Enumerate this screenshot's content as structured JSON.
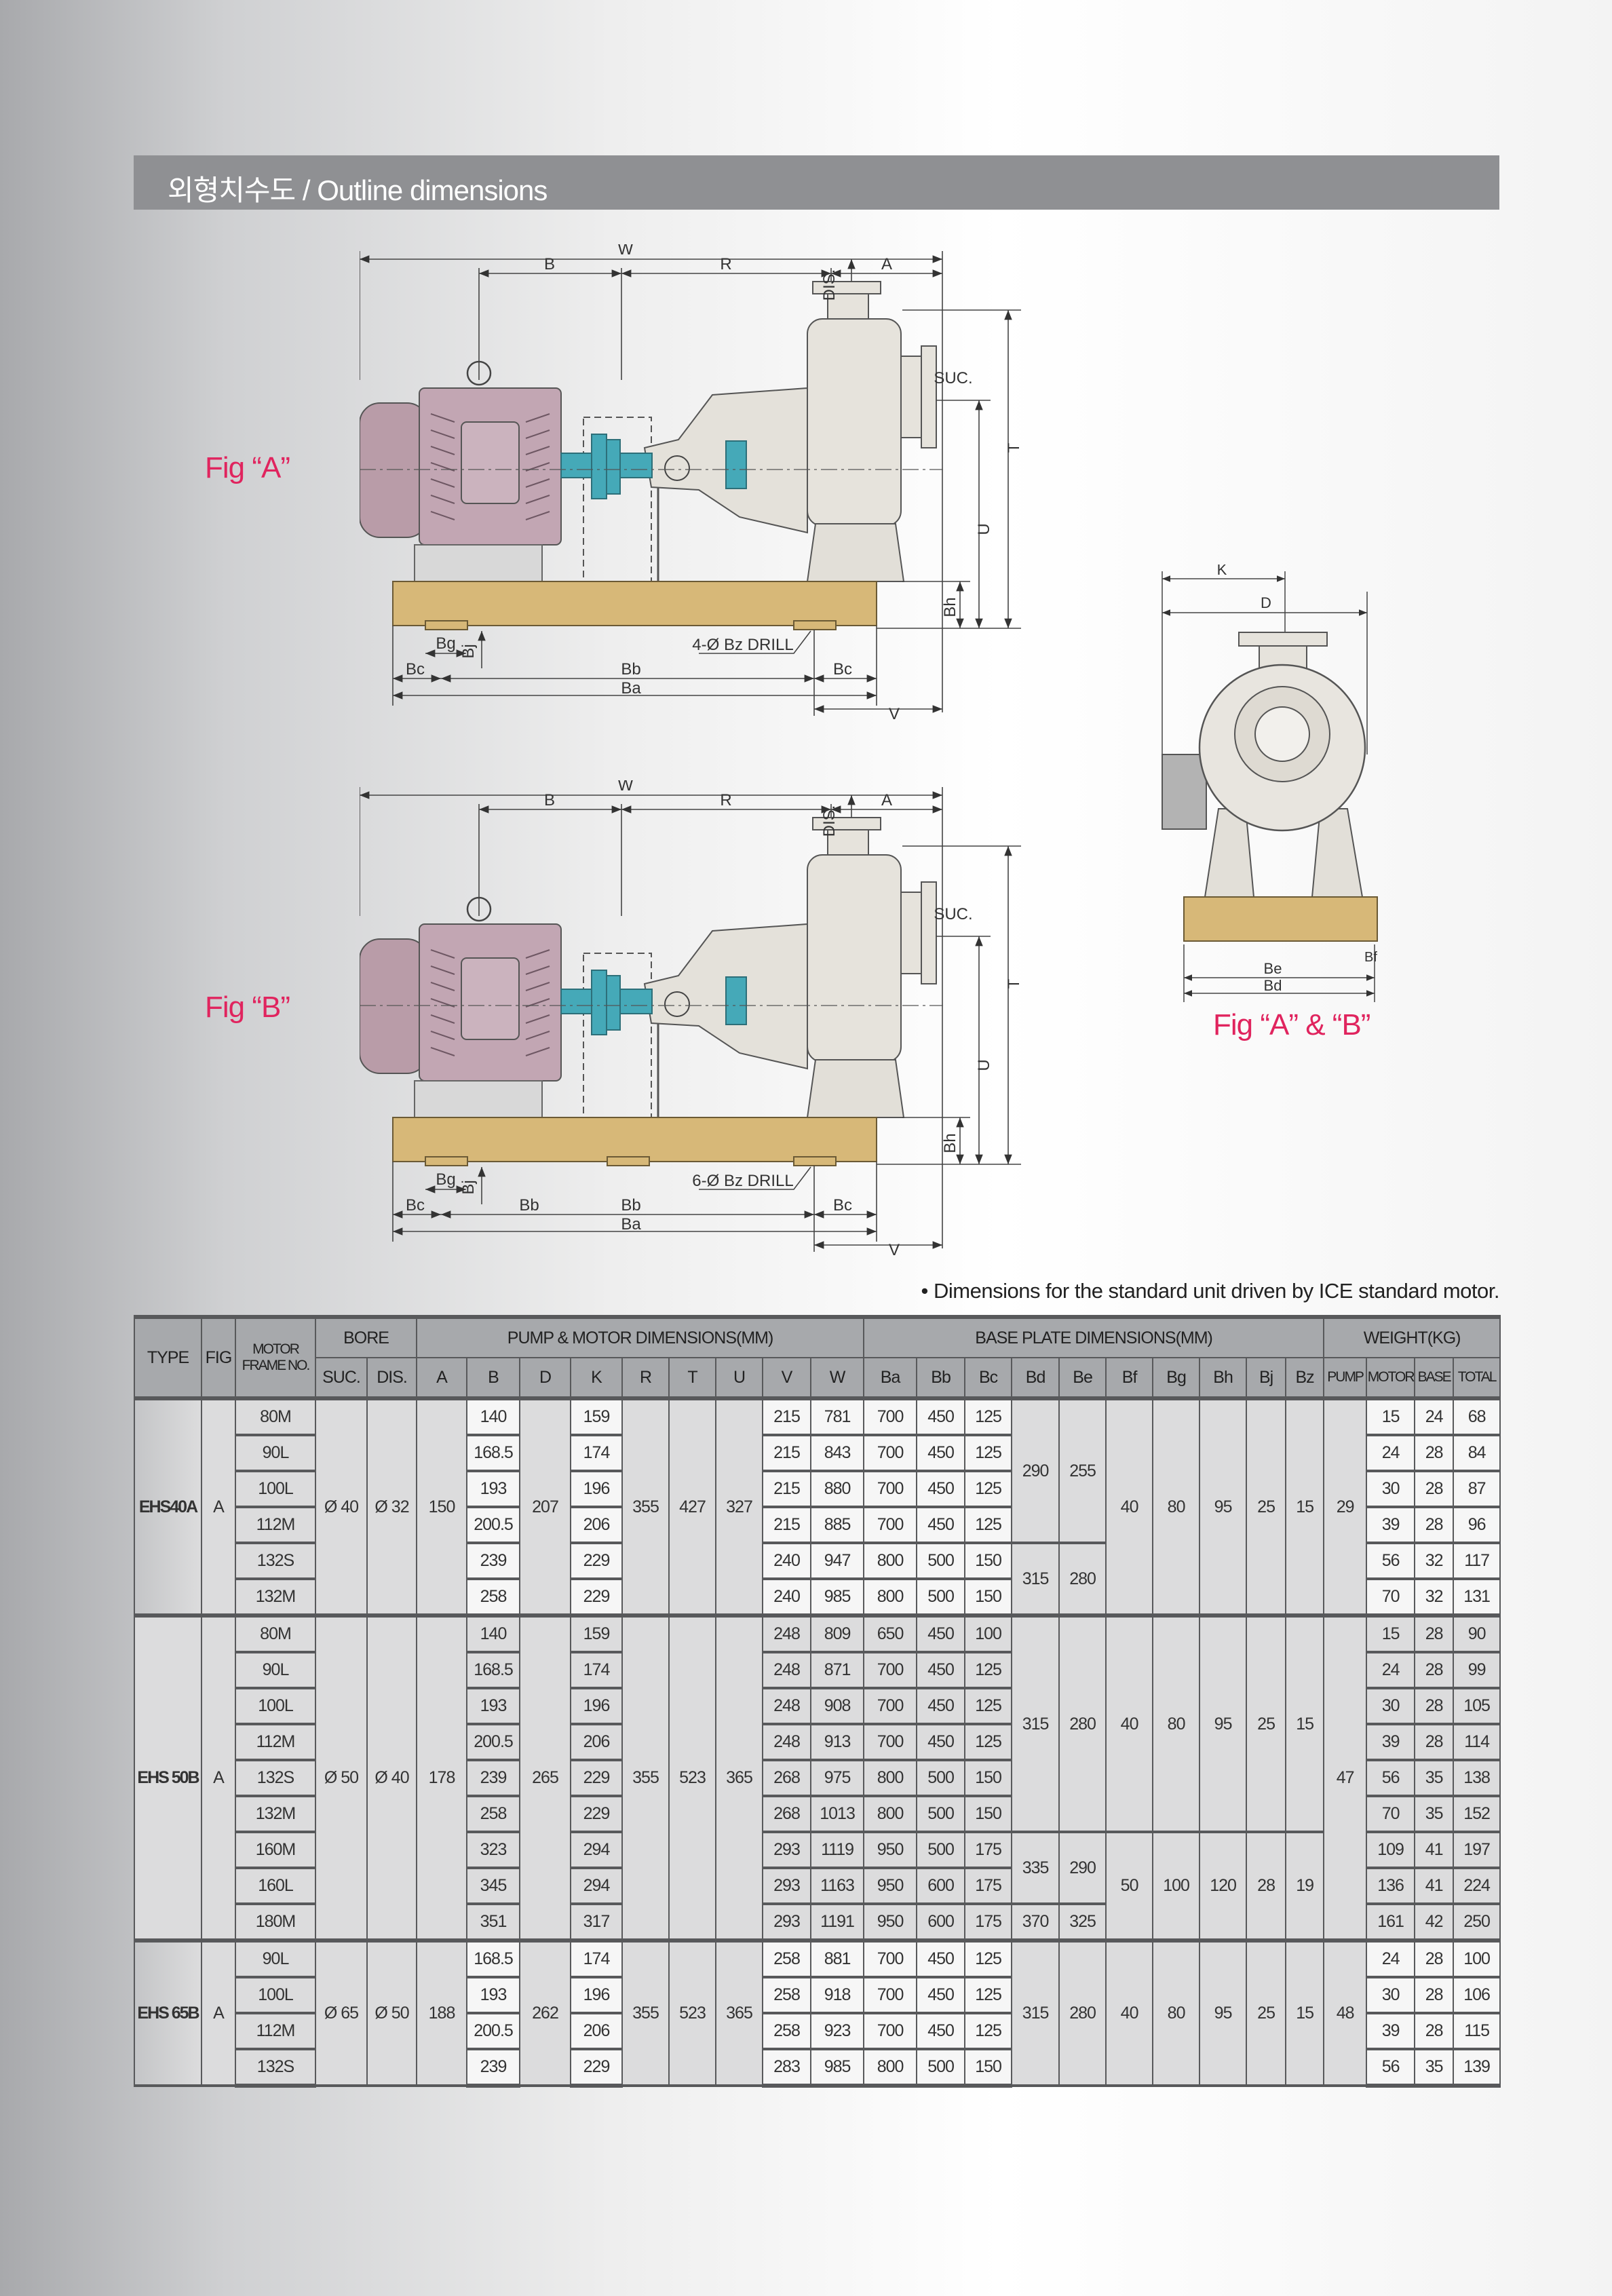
{
  "header": {
    "title": "외형치수도 / Outline dimensions"
  },
  "fig_a": {
    "label": "Fig “A”",
    "W": "W",
    "B": "B",
    "R": "R",
    "A": "A",
    "dis": "DIS.",
    "suc": "SUC.",
    "T": "T",
    "U": "U",
    "Bh": "Bh",
    "Bg": "Bg",
    "Bj": "Bj",
    "Bc_left": "Bc",
    "Bb": "Bb",
    "Bb_2": "",
    "Bc_right": "Bc",
    "Ba": "Ba",
    "V": "V",
    "drill": "4-Ø Bz DRILL"
  },
  "fig_b": {
    "label": "Fig “B”",
    "W": "W",
    "B": "B",
    "R": "R",
    "A": "A",
    "dis": "DIS.",
    "suc": "SUC.",
    "T": "T",
    "U": "U",
    "Bh": "Bh",
    "Bg": "Bg",
    "Bj": "Bj",
    "Bc_left": "Bc",
    "Bb": "Bb",
    "Bb_2": "Bb",
    "Bc_right": "Bc",
    "Ba": "Ba",
    "V": "V",
    "drill": "6-Ø Bz DRILL"
  },
  "side_view": {
    "label": "Fig “A” & “B”",
    "K": "K",
    "D": "D",
    "Be": "Be",
    "Bd": "Bd",
    "Bf": "Bf"
  },
  "note": "• Dimensions for the standard unit driven by ICE standard motor.",
  "table": {
    "group_headers": [
      "TYPE",
      "FIG",
      "MOTOR FRAME NO.",
      "BORE",
      "PUMP & MOTOR DIMENSIONS(MM)",
      "BASE PLATE DIMENSIONS(MM)",
      "WEIGHT(KG)"
    ],
    "sub_headers": [
      "SUC.",
      "DIS.",
      "A",
      "B",
      "D",
      "K",
      "R",
      "T",
      "U",
      "V",
      "W",
      "Ba",
      "Bb",
      "Bc",
      "Bd",
      "Be",
      "Bf",
      "Bg",
      "Bh",
      "Bj",
      "Bz",
      "PUMP",
      "MOTOR",
      "BASE",
      "TOTAL"
    ],
    "rows": [
      [
        [
          "EHS40A",
          6
        ],
        [
          "A",
          6
        ],
        "80M",
        [
          "Ø 40",
          6
        ],
        [
          "Ø 32",
          6
        ],
        [
          "150",
          6
        ],
        "140",
        [
          "207",
          6
        ],
        "159",
        [
          "355",
          6
        ],
        [
          "427",
          6
        ],
        [
          "327",
          6
        ],
        "215",
        "781",
        "700",
        "450",
        "125",
        [
          "290",
          4
        ],
        [
          "255",
          4
        ],
        [
          "40",
          6
        ],
        [
          "80",
          6
        ],
        [
          "95",
          6
        ],
        [
          "25",
          6
        ],
        [
          "15",
          6
        ],
        [
          "29",
          6
        ],
        "15",
        "24",
        "68"
      ],
      [
        "90L",
        "168.5",
        "174",
        "215",
        "843",
        "700",
        "450",
        "125",
        "24",
        "28",
        "84"
      ],
      [
        "100L",
        "193",
        "196",
        "215",
        "880",
        "700",
        "450",
        "125",
        "30",
        "28",
        "87"
      ],
      [
        "112M",
        "200.5",
        "206",
        "215",
        "885",
        "700",
        "450",
        "125",
        "39",
        "28",
        "96"
      ],
      [
        "132S",
        "239",
        "229",
        "240",
        "947",
        "800",
        "500",
        "150",
        [
          "315",
          2
        ],
        [
          "280",
          2
        ],
        "56",
        "32",
        "117"
      ],
      [
        "132M",
        "258",
        "229",
        "240",
        "985",
        "800",
        "500",
        "150",
        "70",
        "32",
        "131"
      ],
      [
        [
          "EHS 50B",
          9
        ],
        [
          "A",
          9
        ],
        "80M",
        [
          "Ø 50",
          9
        ],
        [
          "Ø 40",
          9
        ],
        [
          "178",
          9
        ],
        "140",
        [
          "265",
          9
        ],
        "159",
        [
          "355",
          9
        ],
        [
          "523",
          9
        ],
        [
          "365",
          9
        ],
        "248",
        "809",
        "650",
        "450",
        "100",
        [
          "315",
          6
        ],
        [
          "280",
          6
        ],
        [
          "40",
          6
        ],
        [
          "80",
          6
        ],
        [
          "95",
          6
        ],
        [
          "25",
          6
        ],
        [
          "15",
          6
        ],
        [
          "47",
          9
        ],
        "15",
        "28",
        "90"
      ],
      [
        "90L",
        "168.5",
        "174",
        "248",
        "871",
        "700",
        "450",
        "125",
        "24",
        "28",
        "99"
      ],
      [
        "100L",
        "193",
        "196",
        "248",
        "908",
        "700",
        "450",
        "125",
        "30",
        "28",
        "105"
      ],
      [
        "112M",
        "200.5",
        "206",
        "248",
        "913",
        "700",
        "450",
        "125",
        "39",
        "28",
        "114"
      ],
      [
        "132S",
        "239",
        "229",
        "268",
        "975",
        "800",
        "500",
        "150",
        "56",
        "35",
        "138"
      ],
      [
        "132M",
        "258",
        "229",
        "268",
        "1013",
        "800",
        "500",
        "150",
        "70",
        "35",
        "152"
      ],
      [
        "160M",
        "323",
        "294",
        "293",
        "1119",
        "950",
        "500",
        "175",
        [
          "335",
          2
        ],
        [
          "290",
          2
        ],
        [
          "50",
          3
        ],
        [
          "100",
          3
        ],
        [
          "120",
          3
        ],
        [
          "28",
          3
        ],
        [
          "19",
          3
        ],
        "109",
        "41",
        "197"
      ],
      [
        "160L",
        "345",
        "294",
        "293",
        "1163",
        "950",
        "600",
        "175",
        "136",
        "41",
        "224"
      ],
      [
        "180M",
        "351",
        "317",
        "293",
        "1191",
        "950",
        "600",
        "175",
        "370",
        "325",
        "161",
        "42",
        "250"
      ],
      [
        [
          "EHS 65B",
          4
        ],
        [
          "A",
          4
        ],
        "90L",
        [
          "Ø 65",
          4
        ],
        [
          "Ø 50",
          4
        ],
        [
          "188",
          4
        ],
        "168.5",
        [
          "262",
          4
        ],
        "174",
        [
          "355",
          4
        ],
        [
          "523",
          4
        ],
        [
          "365",
          4
        ],
        "258",
        "881",
        "700",
        "450",
        "125",
        [
          "315",
          4
        ],
        [
          "280",
          4
        ],
        [
          "40",
          4
        ],
        [
          "80",
          4
        ],
        [
          "95",
          4
        ],
        [
          "25",
          4
        ],
        [
          "15",
          4
        ],
        [
          "48",
          4
        ],
        "24",
        "28",
        "100"
      ],
      [
        "100L",
        "193",
        "196",
        "258",
        "918",
        "700",
        "450",
        "125",
        "30",
        "28",
        "106"
      ],
      [
        "112M",
        "200.5",
        "206",
        "258",
        "923",
        "700",
        "450",
        "125",
        "39",
        "28",
        "115"
      ],
      [
        "132S",
        "239",
        "229",
        "283",
        "985",
        "800",
        "500",
        "150",
        "56",
        "35",
        "139"
      ]
    ]
  },
  "colors": {
    "header_bar": "#8f9093",
    "fig_label": "#e0245e",
    "motor": "#c2a6b3",
    "coupling": "#45a9b8",
    "base_plate": "#d7b878",
    "pump": "#e6e3dc",
    "table_header": "#a7a9ac"
  }
}
